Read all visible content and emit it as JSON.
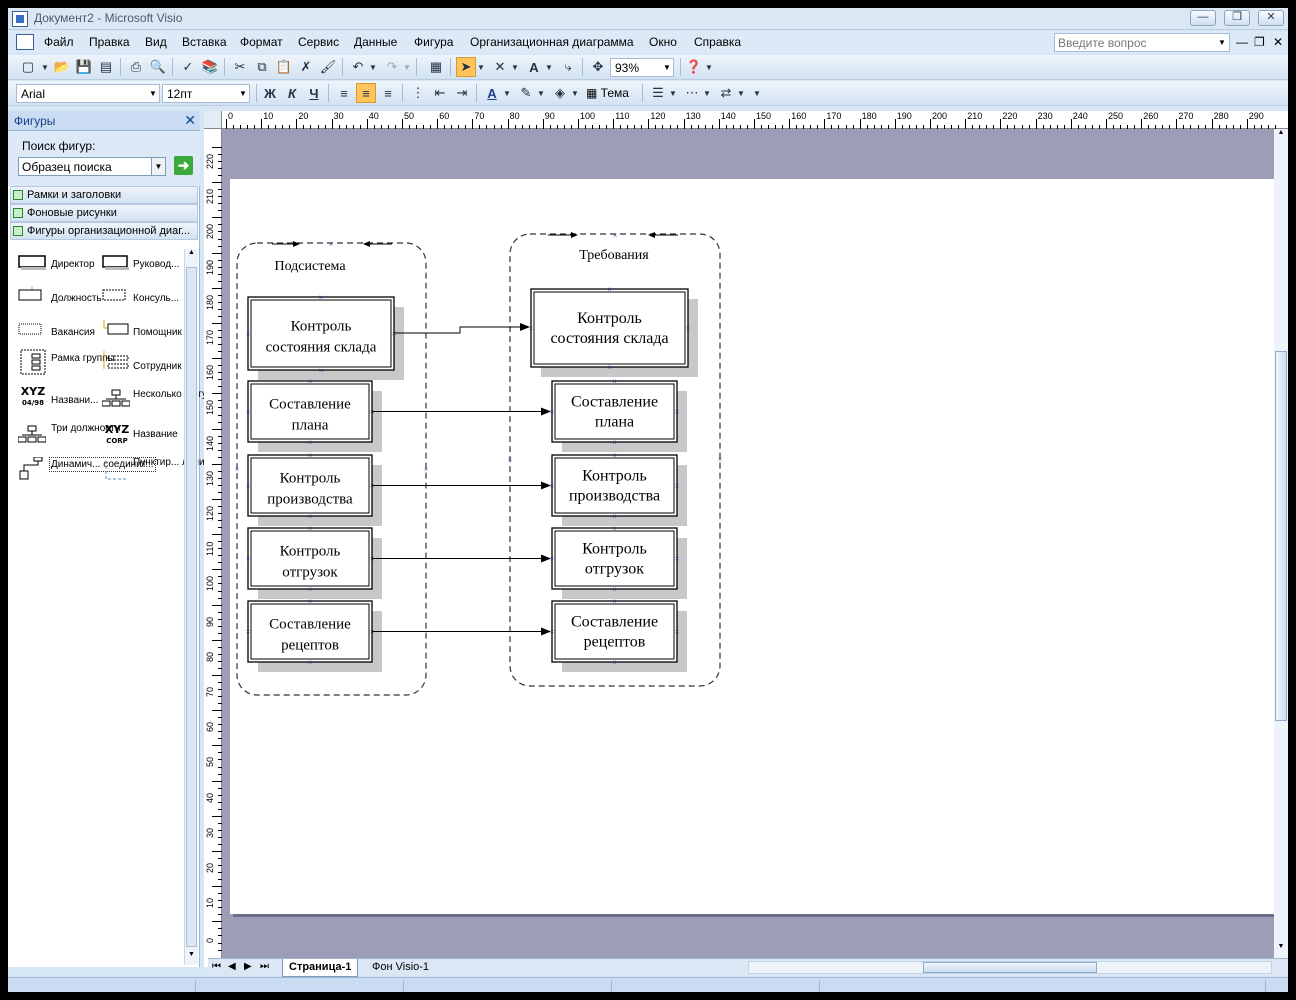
{
  "window": {
    "title": "Документ2 - Microsoft Visio"
  },
  "menu": [
    "Файл",
    "Правка",
    "Вид",
    "Вставка",
    "Формат",
    "Сервис",
    "Данные",
    "Фигура",
    "Организационная диаграмма",
    "Окно",
    "Справка"
  ],
  "help": {
    "placeholder": "Введите вопрос"
  },
  "toolbar": {
    "zoom": "93%"
  },
  "format": {
    "font": "Arial",
    "size": "12пт",
    "bold": "Ж",
    "italic": "К",
    "underline": "Ч",
    "theme": "Тема"
  },
  "shapes_panel": {
    "title": "Фигуры",
    "search_label": "Поиск фигур:",
    "search_value": "Образец поиска",
    "stencils": [
      "Рамки и заголовки",
      "Фоновые рисунки",
      "Фигуры организационной диаг..."
    ],
    "items": [
      [
        "Директор",
        "Руковод..."
      ],
      [
        "Должность",
        "Консуль..."
      ],
      [
        "Вакансия",
        "Помощник"
      ],
      [
        "Рамка группы",
        "Сотрудник"
      ],
      [
        "Названи...",
        "Несколько фигур"
      ],
      [
        "Три должности",
        "Название"
      ],
      [
        "Динамич... соединит...",
        "Пунктир... линия от..."
      ]
    ],
    "icon_text": {
      "xyz1": "XYZ",
      "xyz1_sub": "04/98",
      "xyz2": "XYZ",
      "xyz2_sub": "CORP"
    }
  },
  "rulers": {
    "h": [
      "0",
      "10",
      "20",
      "30",
      "40",
      "50",
      "60",
      "70",
      "80",
      "90",
      "100",
      "110",
      "120",
      "130",
      "140",
      "150",
      "160",
      "170",
      "180",
      "190",
      "200",
      "210",
      "220",
      "230",
      "240",
      "250",
      "260",
      "270",
      "280",
      "290"
    ],
    "v": [
      "220",
      "210",
      "200",
      "190",
      "180",
      "170",
      "160",
      "150",
      "140",
      "130",
      "120",
      "110",
      "100",
      "90",
      "80",
      "70",
      "60",
      "50",
      "40",
      "30",
      "20",
      "10",
      "0"
    ]
  },
  "diagram": {
    "left_group": "Подсистема",
    "right_group": "Требования",
    "left_boxes": [
      [
        "Контроль",
        "состояния склада"
      ],
      [
        "Составление",
        "плана"
      ],
      [
        "Контроль",
        "производства"
      ],
      [
        "Контроль",
        "отгрузок"
      ],
      [
        "Составление",
        "рецептов"
      ]
    ],
    "right_boxes": [
      [
        "Контроль",
        "состояния склада"
      ],
      [
        "Составление",
        "плана"
      ],
      [
        "Контроль",
        "производства"
      ],
      [
        "Контроль",
        "отгрузок"
      ],
      [
        "Составление",
        "рецептов"
      ]
    ]
  },
  "tabs": {
    "page1": "Страница-1",
    "background": "Фон Visio-1"
  }
}
